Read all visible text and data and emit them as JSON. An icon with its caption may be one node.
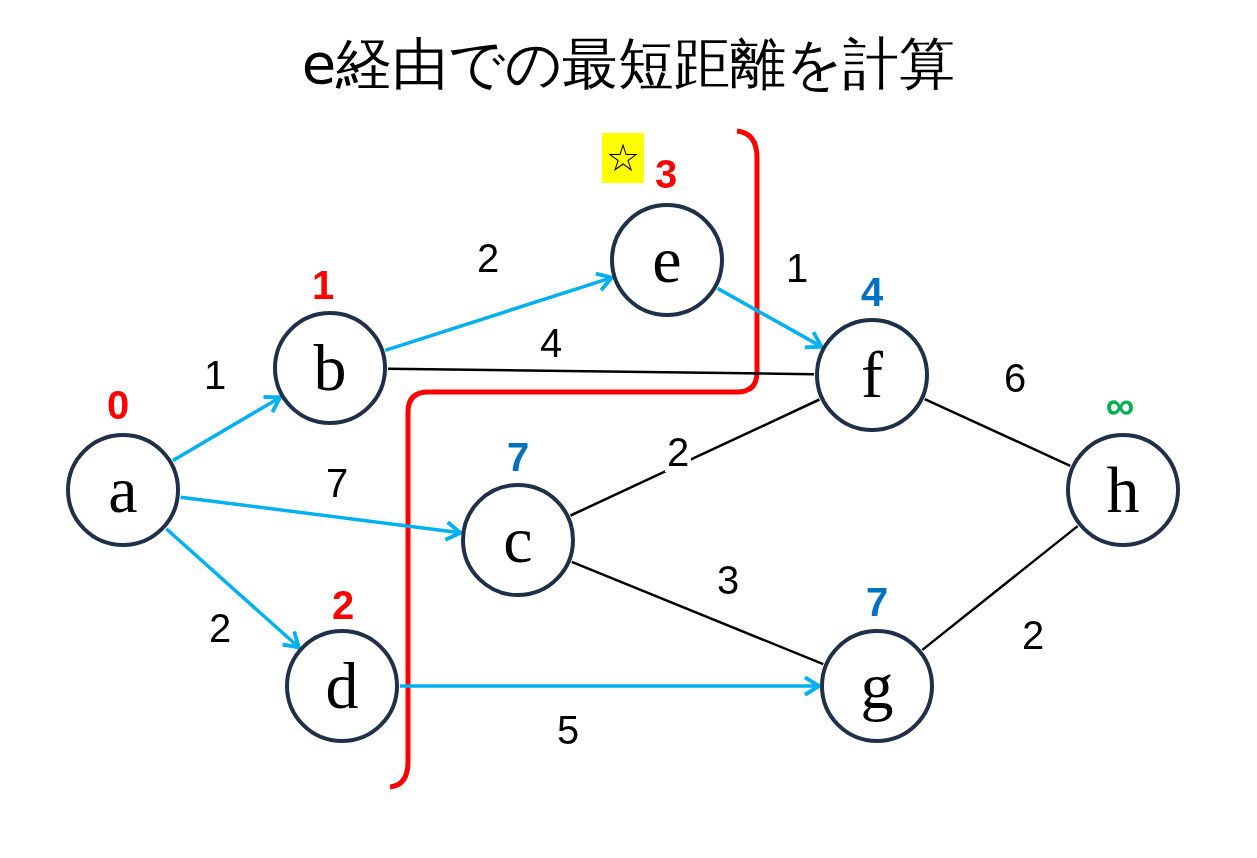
{
  "diagram": {
    "title": "e経由での最短距離を計算",
    "nodes": [
      {
        "text": [
          "a"
        ],
        "beside": [
          "0"
        ]
      },
      {
        "text": [
          "b"
        ],
        "beside": [
          "1"
        ]
      },
      {
        "text": [
          "c"
        ],
        "beside": [
          "7"
        ]
      },
      {
        "text": [
          "d"
        ],
        "beside": [
          "2"
        ]
      },
      {
        "text": [
          "e"
        ],
        "beside": [
          "☆",
          "3"
        ]
      },
      {
        "text": [
          "f"
        ],
        "beside": [
          "4"
        ]
      },
      {
        "text": [
          "g"
        ],
        "beside": [
          "7"
        ]
      },
      {
        "text": [
          "h"
        ],
        "beside": [
          "∞"
        ]
      }
    ],
    "edges": [
      {
        "from": 0,
        "to": 1,
        "arrow": "to",
        "label": "1"
      },
      {
        "from": 0,
        "to": 2,
        "arrow": "to",
        "label": "7"
      },
      {
        "from": 0,
        "to": 3,
        "arrow": "to",
        "label": "2"
      },
      {
        "from": 1,
        "to": 4,
        "arrow": "to",
        "label": "2"
      },
      {
        "from": 1,
        "to": 5,
        "arrow": "none",
        "label": "4",
        "color": "#000000"
      },
      {
        "from": 4,
        "to": 5,
        "arrow": "to",
        "label": "1"
      },
      {
        "from": 2,
        "to": 5,
        "arrow": "none",
        "label": "2",
        "color": "#000000"
      },
      {
        "from": 2,
        "to": 6,
        "arrow": "none",
        "label": "3",
        "color": "#000000"
      },
      {
        "from": 3,
        "to": 6,
        "arrow": "to",
        "label": "5"
      },
      {
        "from": 5,
        "to": 7,
        "arrow": "none",
        "label": "6",
        "color": "#000000"
      },
      {
        "from": 6,
        "to": 7,
        "arrow": "none",
        "label": "2",
        "color": "#000000"
      }
    ]
  }
}
